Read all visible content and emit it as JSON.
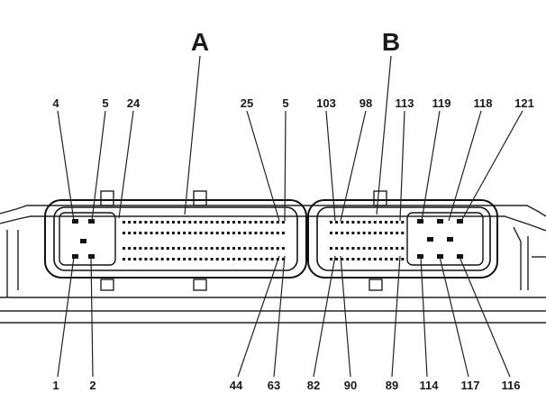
{
  "connectors": [
    {
      "id": "A",
      "label": "A"
    },
    {
      "id": "B",
      "label": "B"
    }
  ],
  "top_pins": [
    "4",
    "5",
    "24",
    "25",
    "5",
    "103",
    "98",
    "113",
    "119",
    "118",
    "121"
  ],
  "bottom_pins": [
    "1",
    "2",
    "44",
    "63",
    "82",
    "90",
    "89",
    "114",
    "117",
    "116"
  ]
}
